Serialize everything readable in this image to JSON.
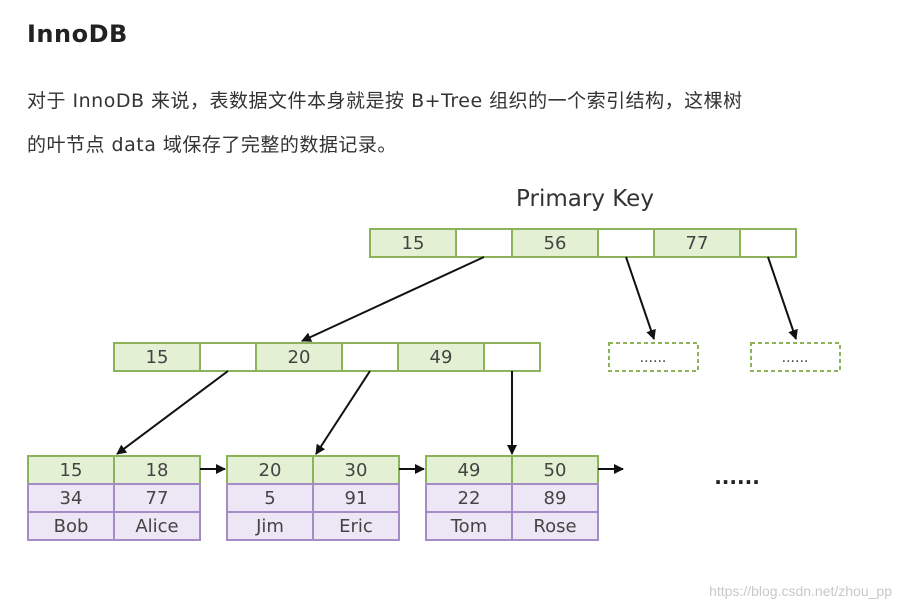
{
  "heading": "InnoDB",
  "paragraph": {
    "line1": "对于 InnoDB 来说，表数据文件本身就是按 B+Tree 组织的一个索引结构，这棵树",
    "line2": "的叶节点 data 域保存了完整的数据记录。"
  },
  "diagram": {
    "title": "Primary Key",
    "root_keys": [
      "15",
      "56",
      "77"
    ],
    "internal_keys": [
      "15",
      "20",
      "49"
    ],
    "placeholder": "......",
    "leaves": [
      {
        "keys": [
          "15",
          "18"
        ],
        "values": [
          "34",
          "77"
        ],
        "names": [
          "Bob",
          "Alice"
        ]
      },
      {
        "keys": [
          "20",
          "30"
        ],
        "values": [
          "5",
          "91"
        ],
        "names": [
          "Jim",
          "Eric"
        ]
      },
      {
        "keys": [
          "49",
          "50"
        ],
        "values": [
          "22",
          "89"
        ],
        "names": [
          "Tom",
          "Rose"
        ]
      }
    ],
    "trailing_dots": "......",
    "colors": {
      "key_fill": "#e4f0d4",
      "key_border": "#8db35a",
      "row_fill": "#ece6f5",
      "row_border": "#a58cc6",
      "arrow": "#111111",
      "dashed_border": "#8db35a"
    }
  },
  "watermark": "https://blog.csdn.net/zhou_pp"
}
